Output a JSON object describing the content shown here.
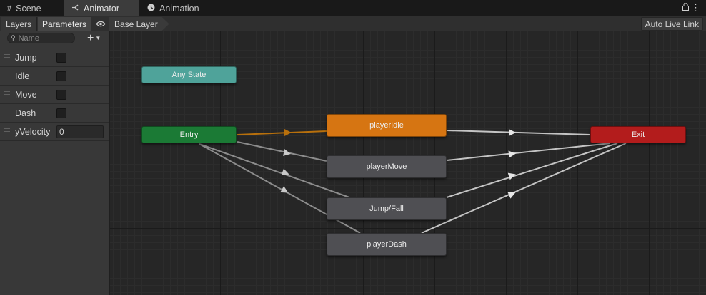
{
  "tabs": [
    {
      "label": "Scene",
      "icon": "grid-icon"
    },
    {
      "label": "Animator",
      "icon": "animator-icon"
    },
    {
      "label": "Animation",
      "icon": "clock-icon"
    }
  ],
  "toolbar": {
    "layers_label": "Layers",
    "parameters_label": "Parameters",
    "breadcrumb": "Base Layer",
    "auto_live_link": "Auto Live Link"
  },
  "sidebar": {
    "search_placeholder": "Name",
    "parameters": [
      {
        "name": "Jump",
        "type": "trigger"
      },
      {
        "name": "Idle",
        "type": "bool",
        "value": false
      },
      {
        "name": "Move",
        "type": "bool",
        "value": false
      },
      {
        "name": "Dash",
        "type": "bool",
        "value": false
      },
      {
        "name": "yVelocity",
        "type": "float",
        "value": "0"
      }
    ]
  },
  "graph": {
    "states": [
      {
        "id": "any-state",
        "label": "Any State",
        "color": "#4fa39a"
      },
      {
        "id": "entry",
        "label": "Entry",
        "color": "#1b7a35"
      },
      {
        "id": "playeridle",
        "label": "playerIdle",
        "color": "#d67512",
        "default": true
      },
      {
        "id": "playermove",
        "label": "playerMove",
        "color": "#4f4f53"
      },
      {
        "id": "jumpfall",
        "label": "Jump/Fall",
        "color": "#4f4f53"
      },
      {
        "id": "playerdash",
        "label": "playerDash",
        "color": "#4f4f53"
      },
      {
        "id": "exit",
        "label": "Exit",
        "color": "#b31c1c"
      }
    ],
    "transition_color": "#8c8c8c",
    "default_transition_color": "#b8700c"
  }
}
